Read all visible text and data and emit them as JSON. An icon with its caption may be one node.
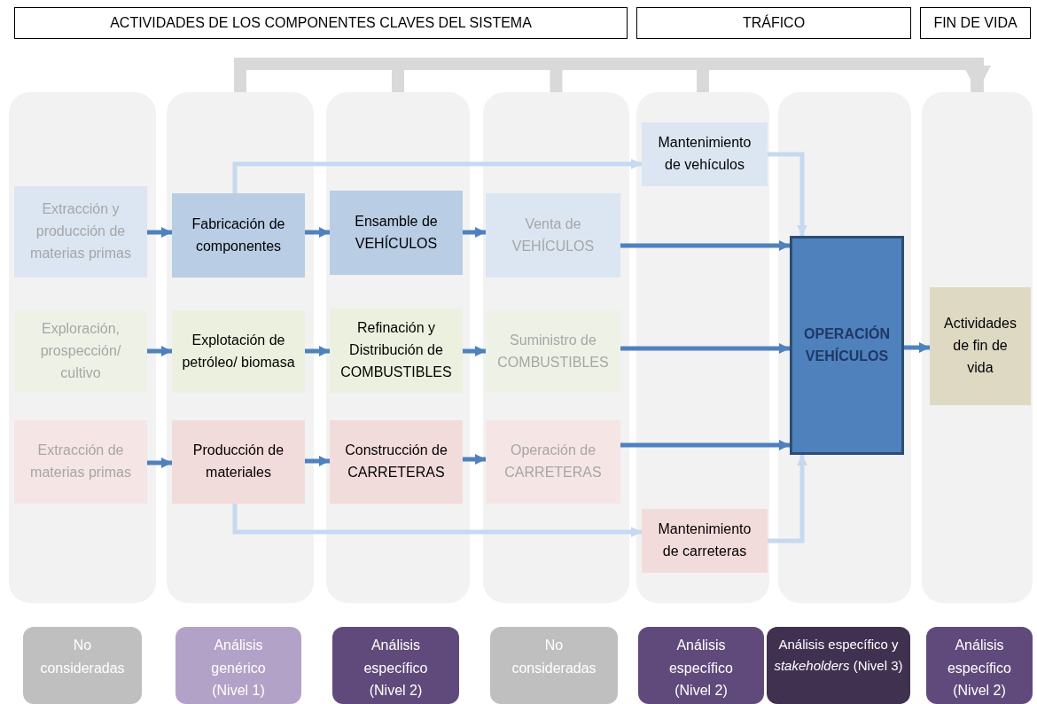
{
  "diagram": {
    "nodes": [
      {
        "text": [
          "ACTIVIDADES DE LOS COMPONENTES CLAVES DEL SISTEMA"
        ]
      },
      {
        "text": [
          "TRÁFICO"
        ]
      },
      {
        "text": [
          "FIN DE VIDA"
        ]
      },
      {
        "text": [],
        "shape": "box"
      },
      {
        "text": [],
        "shape": "box"
      },
      {
        "text": [],
        "shape": "box"
      },
      {
        "text": [],
        "shape": "box"
      },
      {
        "text": [],
        "shape": "box"
      },
      {
        "text": [],
        "shape": "box"
      },
      {
        "text": [],
        "shape": "box"
      },
      {
        "text": [
          "Extracción y producción de materias primas"
        ],
        "in": 3
      },
      {
        "text": [
          "Fabricación de componentes"
        ],
        "in": 4
      },
      {
        "text": [
          "Ensamble de VEHÍCULOS"
        ],
        "in": 5
      },
      {
        "text": [
          "Venta de VEHÍCULOS"
        ],
        "in": 6
      },
      {
        "text": [
          "Mantenimiento de vehículos"
        ],
        "in": 7
      },
      {
        "text": [
          "OPERACIÓN VEHÍCULOS"
        ],
        "in": 8
      },
      {
        "text": [
          "Actividades de fin de vida"
        ],
        "in": 9
      },
      {
        "text": [
          "Exploración, prospección/ cultivo"
        ],
        "in": 3
      },
      {
        "text": [
          "Explotación de petróleo/ biomasa"
        ],
        "in": 4
      },
      {
        "text": [
          "Refinación y Distribución de COMBUSTIBLES"
        ],
        "in": 5
      },
      {
        "text": [
          "Suministro de COMBUSTIBLES"
        ],
        "in": 6
      },
      {
        "text": [
          "Extracción de materias primas"
        ],
        "in": 3
      },
      {
        "text": [
          "Producción de materiales"
        ],
        "in": 4
      },
      {
        "text": [
          "Construcción de CARRETERAS"
        ],
        "in": 5
      },
      {
        "text": [
          "Operación de CARRETERAS"
        ],
        "in": 6
      },
      {
        "text": [
          "Mantenimiento de carreteras"
        ],
        "in": 7
      },
      {
        "text": [
          "No consideradas"
        ]
      },
      {
        "text": [
          "Análisis genérico (Nivel 1)"
        ]
      },
      {
        "text": [
          "Análisis específico (Nivel 2)"
        ]
      },
      {
        "text": [
          "No consideradas"
        ]
      },
      {
        "text": [
          "Análisis específico (Nivel 2)"
        ]
      },
      {
        "text": [
          "Análisis específico y *stakeholders* (Nivel 3)"
        ]
      },
      {
        "text": [
          "Análisis específico (Nivel 2)"
        ]
      }
    ],
    "edges": [
      {
        "from": 4,
        "to": 9,
        "arrow": "to",
        "style": "thick",
        "color": "#d9d9d9"
      },
      {
        "from": 5,
        "to": 9,
        "arrow": "to",
        "style": "thick",
        "color": "#d9d9d9"
      },
      {
        "from": 6,
        "to": 9,
        "arrow": "to",
        "style": "thick",
        "color": "#d9d9d9"
      },
      {
        "from": 7,
        "to": 9,
        "arrow": "to",
        "style": "thick",
        "color": "#d9d9d9"
      },
      {
        "from": 10,
        "to": 11,
        "arrow": "to"
      },
      {
        "from": 11,
        "to": 12,
        "arrow": "to"
      },
      {
        "from": 12,
        "to": 13,
        "arrow": "to"
      },
      {
        "from": 13,
        "to": 15,
        "arrow": "to"
      },
      {
        "from": 11,
        "to": 14,
        "arrow": "to",
        "color": "#c6d9f1"
      },
      {
        "from": 14,
        "to": 15,
        "arrow": "to",
        "color": "#c6d9f1"
      },
      {
        "from": 17,
        "to": 18,
        "arrow": "to"
      },
      {
        "from": 18,
        "to": 19,
        "arrow": "to"
      },
      {
        "from": 19,
        "to": 20,
        "arrow": "to"
      },
      {
        "from": 20,
        "to": 15,
        "arrow": "to"
      },
      {
        "from": 21,
        "to": 22,
        "arrow": "to"
      },
      {
        "from": 22,
        "to": 23,
        "arrow": "to"
      },
      {
        "from": 23,
        "to": 24,
        "arrow": "to"
      },
      {
        "from": 24,
        "to": 15,
        "arrow": "to"
      },
      {
        "from": 22,
        "to": 25,
        "arrow": "to",
        "color": "#c6d9f1"
      },
      {
        "from": 25,
        "to": 15,
        "arrow": "to",
        "color": "#c6d9f1"
      },
      {
        "from": 15,
        "to": 16,
        "arrow": "to"
      }
    ]
  }
}
